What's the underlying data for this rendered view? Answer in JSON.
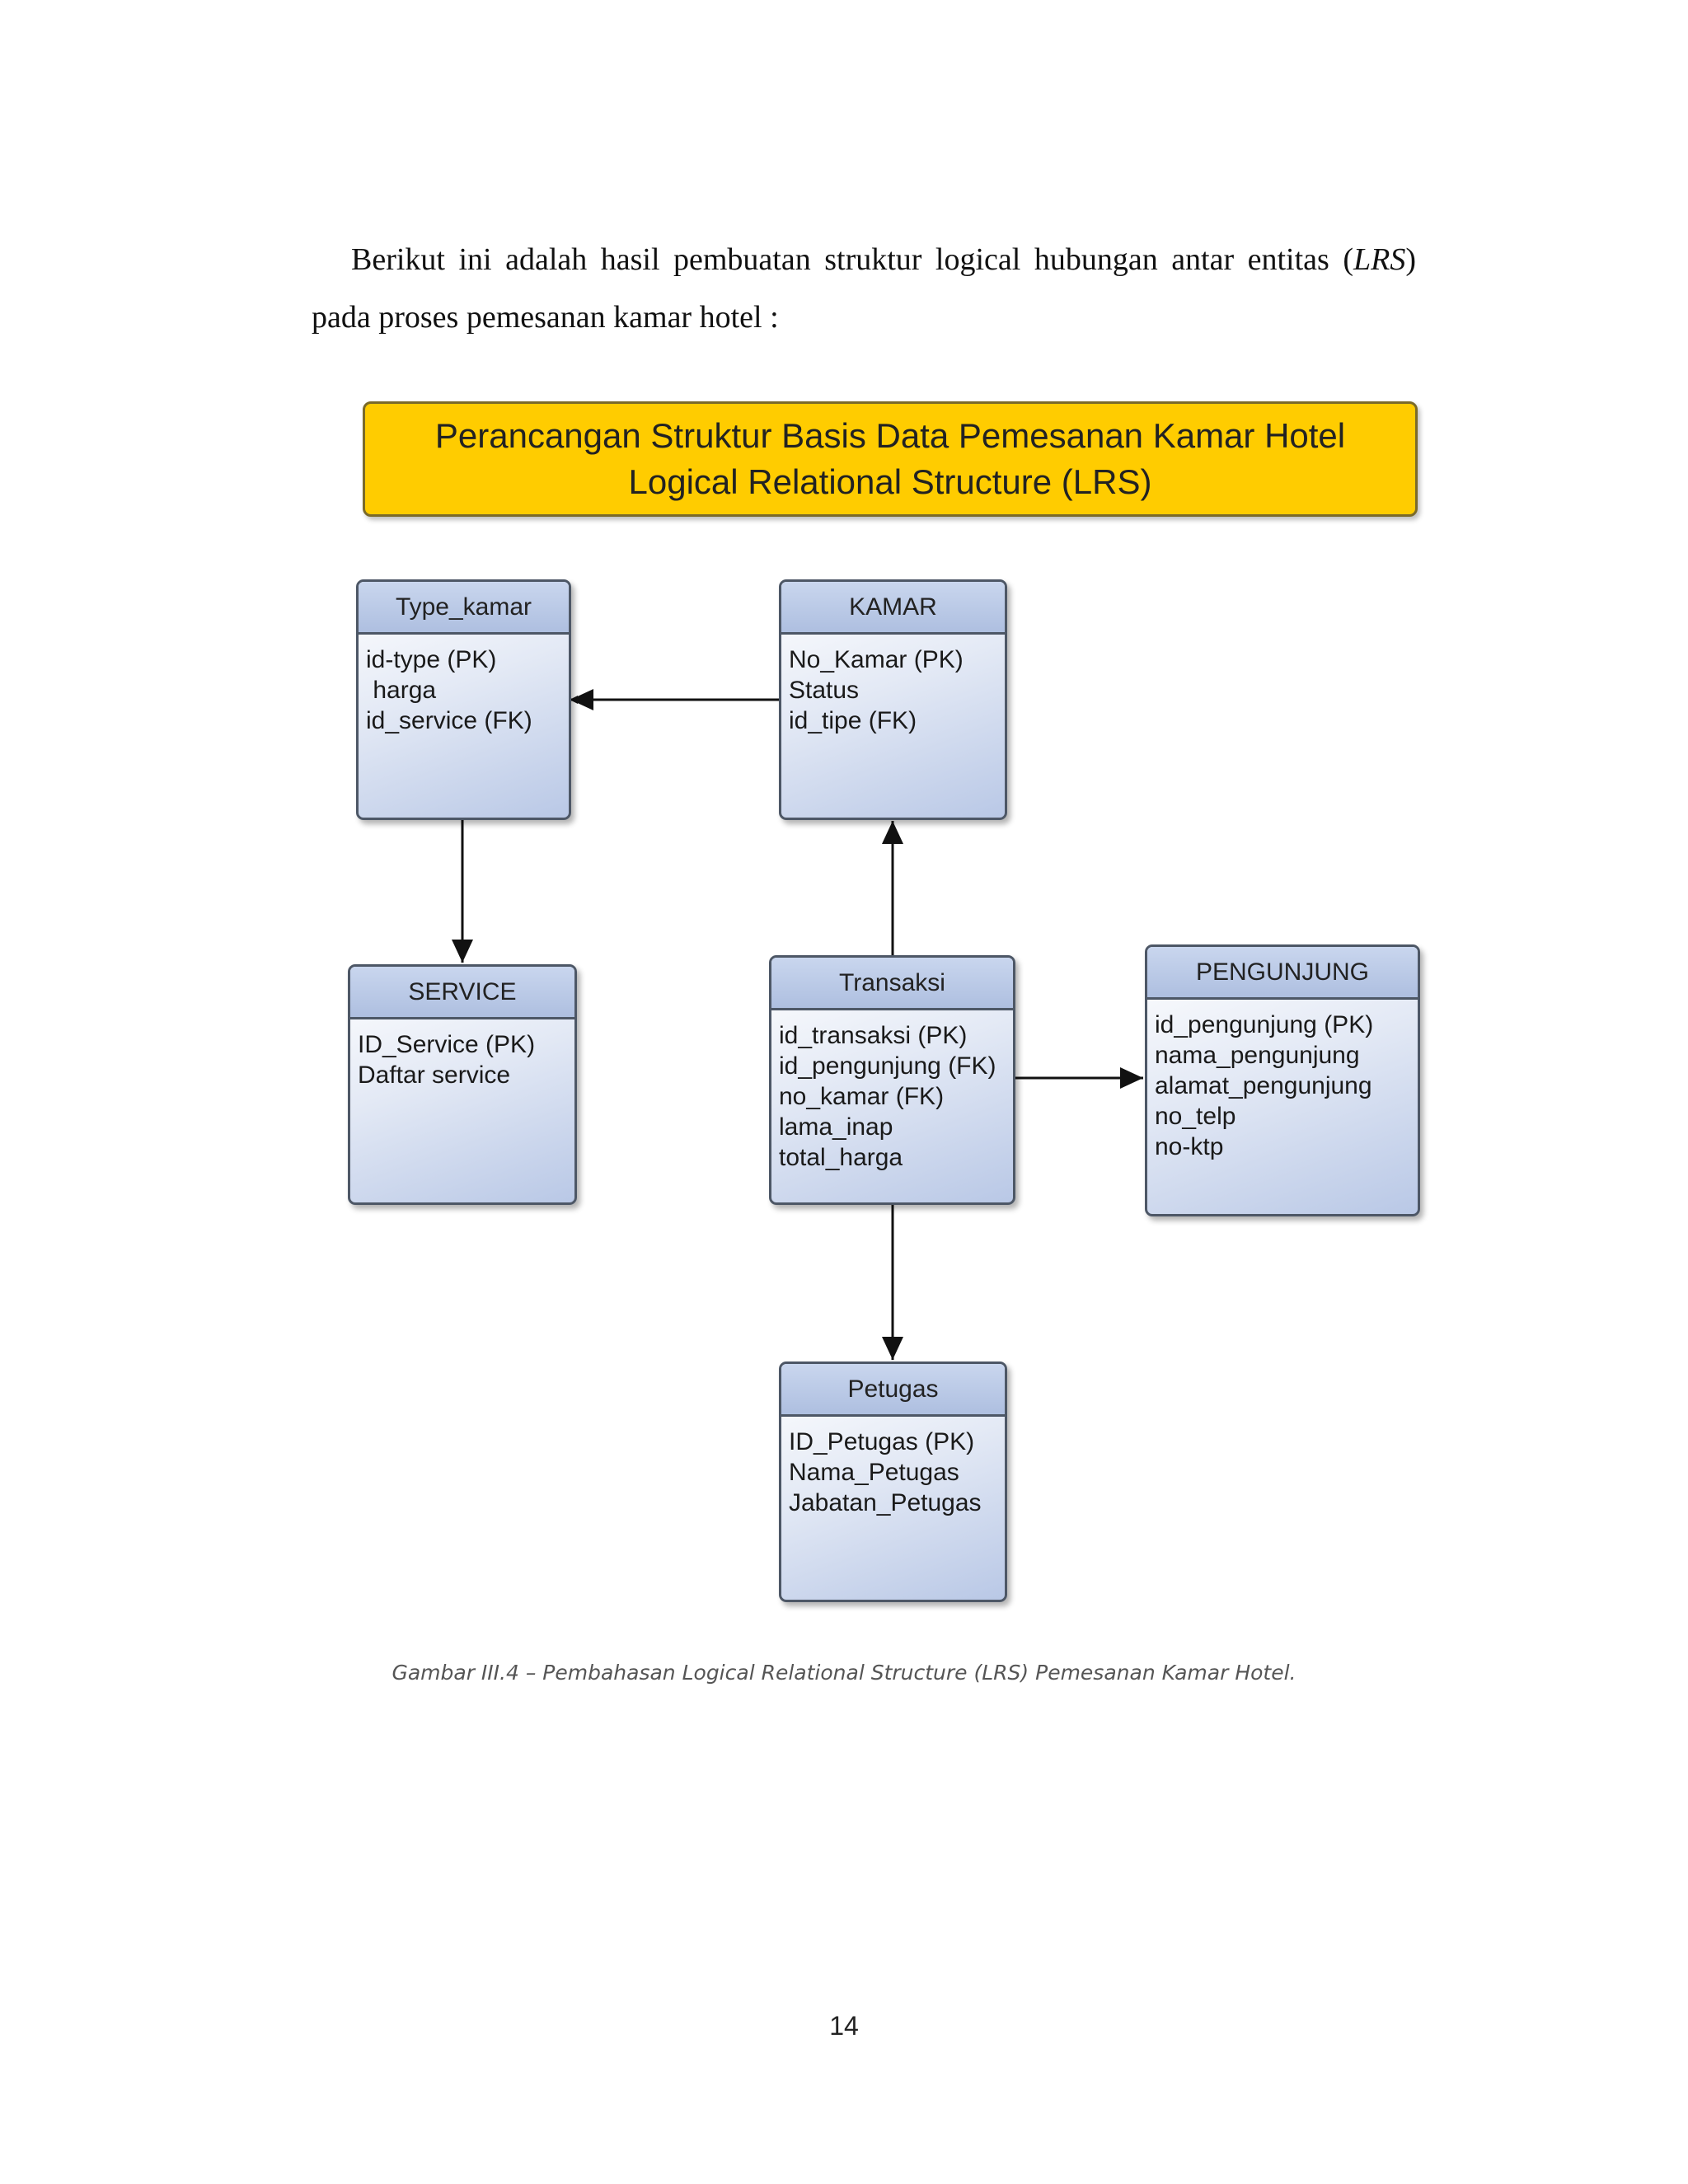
{
  "intro": {
    "line1_before": "Berikut ini adalah hasil pembuatan struktur logical hubungan antar entitas (",
    "line1_italic": "LRS",
    "line1_after": ")",
    "line2": "pada proses pemesanan kamar hotel :"
  },
  "banner": {
    "line1": "Perancangan Struktur Basis Data Pemesanan Kamar Hotel",
    "line2": "Logical Relational Structure (LRS)"
  },
  "entities": {
    "type_kamar": {
      "title": "Type_kamar",
      "attrs": [
        "id-type (PK)",
        " harga",
        "id_service (FK)"
      ]
    },
    "kamar": {
      "title": "KAMAR",
      "attrs": [
        "No_Kamar (PK)",
        "Status",
        "id_tipe (FK)"
      ]
    },
    "service": {
      "title": "SERVICE",
      "attrs": [
        "ID_Service (PK)",
        "Daftar service"
      ]
    },
    "transaksi": {
      "title": "Transaksi",
      "attrs": [
        "id_transaksi (PK)",
        "id_pengunjung (FK)",
        "no_kamar (FK)",
        "lama_inap",
        "total_harga"
      ]
    },
    "pengunjung": {
      "title": "PENGUNJUNG",
      "attrs": [
        "id_pengunjung (PK)",
        "nama_pengunjung",
        "alamat_pengunjung",
        "no_telp",
        "no-ktp"
      ]
    },
    "petugas": {
      "title": "Petugas",
      "attrs": [
        "ID_Petugas (PK)",
        "Nama_Petugas",
        "Jabatan_Petugas"
      ]
    }
  },
  "caption": "Gambar III.4 – Pembahasan Logical Relational Structure (LRS) Pemesanan Kamar Hotel.",
  "page_number": "14"
}
